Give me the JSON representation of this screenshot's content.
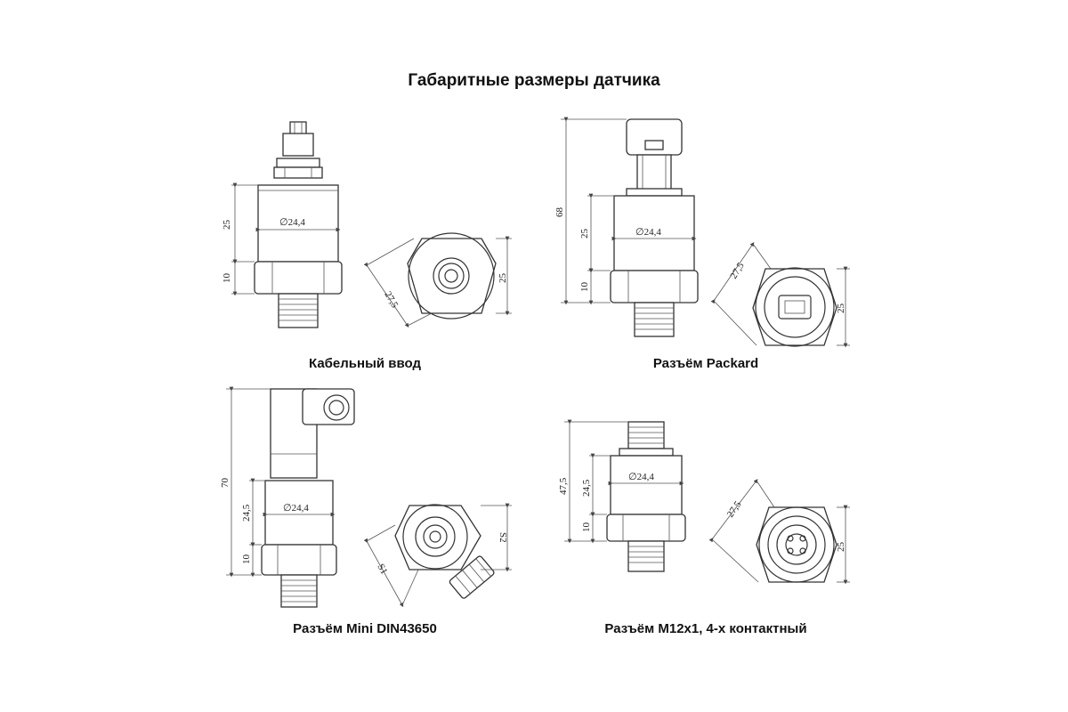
{
  "title": "Габаритные размеры датчика",
  "captions": {
    "cable": "Кабельный ввод",
    "packard": "Разъём Packard",
    "din": "Разъём Mini DIN43650",
    "m12": "Разъём M12x1, 4-х контактный"
  },
  "dims": {
    "diameter": "∅24,4",
    "d25": "25",
    "d10": "10",
    "d27_5": "27,5",
    "d68": "68",
    "d70": "70",
    "d24_5": "24,5",
    "d47_5": "47,5",
    "s1": "S1",
    "s2": "S2"
  }
}
